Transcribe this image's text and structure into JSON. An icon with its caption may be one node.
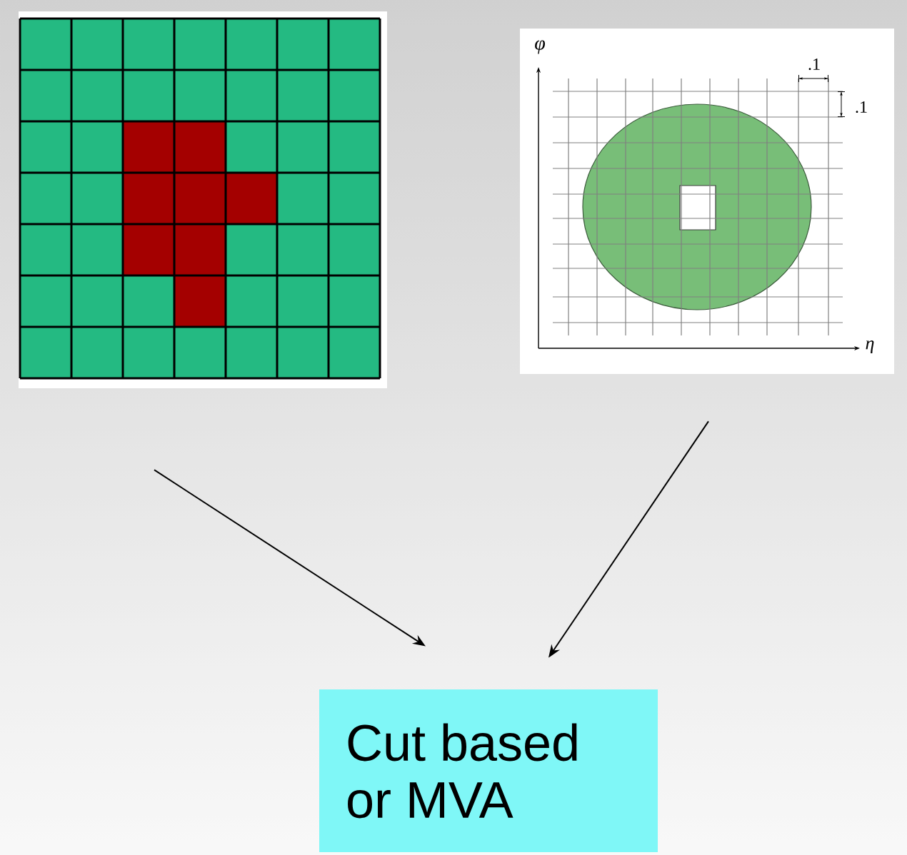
{
  "diagram": {
    "nodes": [
      {
        "text": [],
        "shape": "picture"
      },
      {
        "text": [],
        "shape": "picture"
      },
      {
        "text": [
          "Cut based or MVA"
        ]
      }
    ],
    "edges": [
      {
        "from": 0,
        "to": 2,
        "arrow": "to"
      },
      {
        "from": 1,
        "to": 2,
        "arrow": "to"
      }
    ],
    "labels": [
      "φ",
      "η",
      ".1",
      ".1"
    ]
  }
}
